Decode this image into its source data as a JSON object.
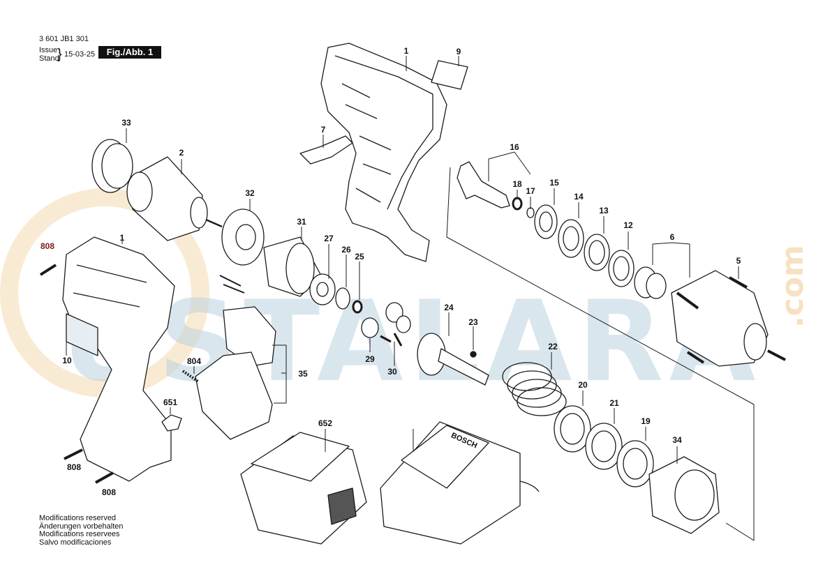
{
  "header": {
    "part_number": "3 601 JB1 301",
    "issue_label": "Issue",
    "stand_label": "Stand",
    "date": "15-03-25",
    "figure_label": "Fig./Abb. 1"
  },
  "callouts": [
    "1",
    "9",
    "7",
    "33",
    "2",
    "32",
    "31",
    "27",
    "26",
    "25",
    "24",
    "23",
    "29",
    "30",
    "16",
    "18",
    "17",
    "15",
    "14",
    "13",
    "12",
    "6",
    "5",
    "22",
    "20",
    "21",
    "19",
    "34",
    "808",
    "10",
    "804",
    "35",
    "651",
    "652"
  ],
  "watermark": {
    "text": "USTALARA",
    "suffix": ".com"
  },
  "logo_text": "BOSCH",
  "footer_notes": [
    "Modifications reserved",
    "Änderungen vorbehalten",
    "Modifications reservees",
    "Salvo modificaciones"
  ],
  "colors": {
    "line": "#1a1a1a",
    "watermark_orange": "#f3d7a8",
    "watermark_blue": "#bcd3df",
    "figure_box": "#111111"
  }
}
